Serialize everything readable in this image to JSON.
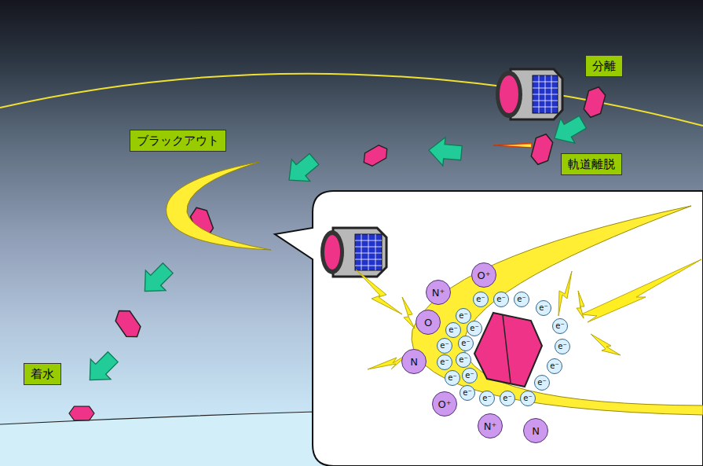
{
  "diagram": {
    "nodes": [
      {
        "text": [
          "分離"
        ]
      },
      {
        "text": [
          "ブラックアウト"
        ]
      },
      {
        "text": [
          "軌道離脱"
        ]
      },
      {
        "text": [
          "着水"
        ]
      },
      {
        "text": [
          "O⁺"
        ]
      },
      {
        "text": [
          "N⁺"
        ]
      },
      {
        "text": [
          "O"
        ]
      },
      {
        "text": [
          "N"
        ]
      },
      {
        "text": [
          "O⁺"
        ]
      },
      {
        "text": [
          "N⁺"
        ]
      },
      {
        "text": [
          "N"
        ]
      },
      {
        "text": [
          "e⁻"
        ]
      },
      {
        "text": [
          "e⁻"
        ]
      },
      {
        "text": [
          "e⁻"
        ]
      },
      {
        "text": [
          "e⁻"
        ]
      },
      {
        "text": [
          "e⁻"
        ]
      },
      {
        "text": [
          "e⁻"
        ]
      },
      {
        "text": [
          "e⁻"
        ]
      },
      {
        "text": [
          "e⁻"
        ]
      },
      {
        "text": [
          "e⁻"
        ]
      },
      {
        "text": [
          "e⁻"
        ]
      },
      {
        "text": [
          "e⁻"
        ]
      },
      {
        "text": [
          "e⁻"
        ]
      },
      {
        "text": [
          "e⁻"
        ]
      },
      {
        "text": [
          "e⁻"
        ]
      },
      {
        "text": [
          "e⁻"
        ]
      },
      {
        "text": [
          "e⁻"
        ]
      },
      {
        "text": [
          "e⁻"
        ]
      },
      {
        "text": [
          "e⁻"
        ]
      },
      {
        "text": [
          "e⁻"
        ]
      },
      {
        "text": [
          "e⁻"
        ]
      },
      {
        "text": [
          "e⁻"
        ]
      }
    ]
  }
}
